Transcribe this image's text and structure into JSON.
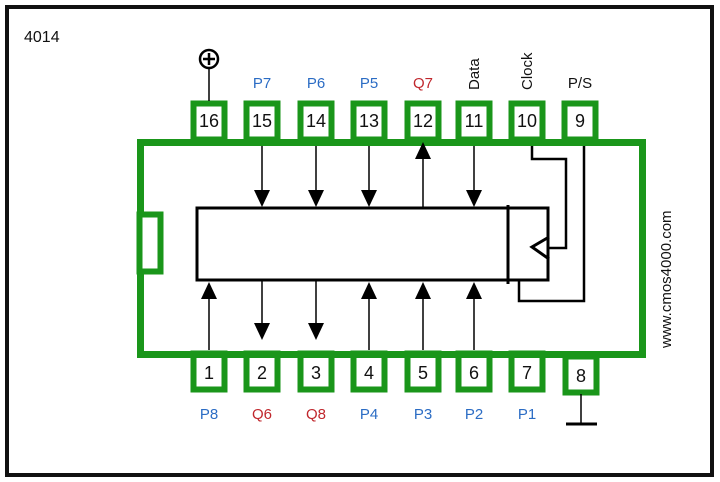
{
  "title": "4014",
  "website": "www.cmos4000.com",
  "colors": {
    "chip_outline": "#1a961a",
    "frame": "#111111",
    "wire": "#000000",
    "input_label": "#2b6cc4",
    "output_label": "#c0272d",
    "control_label": "#111111"
  },
  "supply": {
    "vdd_symbol": "⊕",
    "vdd_icon": "plus-circle-icon",
    "vss_icon": "ground-icon"
  },
  "top_pins": [
    {
      "number": "16",
      "label": "",
      "type": "vdd",
      "arrow": "none"
    },
    {
      "number": "15",
      "label": "P7",
      "type": "input",
      "arrow": "down"
    },
    {
      "number": "14",
      "label": "P6",
      "type": "input",
      "arrow": "down"
    },
    {
      "number": "13",
      "label": "P5",
      "type": "input",
      "arrow": "down"
    },
    {
      "number": "12",
      "label": "Q7",
      "type": "output",
      "arrow": "up"
    },
    {
      "number": "11",
      "label": "Data",
      "type": "control",
      "arrow": "down"
    },
    {
      "number": "10",
      "label": "Clock",
      "type": "control",
      "arrow": "clock"
    },
    {
      "number": "9",
      "label": "P/S",
      "type": "control",
      "arrow": "ps"
    }
  ],
  "bottom_pins": [
    {
      "number": "1",
      "label": "P8",
      "type": "input",
      "arrow": "up"
    },
    {
      "number": "2",
      "label": "Q6",
      "type": "output",
      "arrow": "down"
    },
    {
      "number": "3",
      "label": "Q8",
      "type": "output",
      "arrow": "down"
    },
    {
      "number": "4",
      "label": "P4",
      "type": "input",
      "arrow": "up"
    },
    {
      "number": "5",
      "label": "P3",
      "type": "input",
      "arrow": "up"
    },
    {
      "number": "6",
      "label": "P2",
      "type": "input",
      "arrow": "up"
    },
    {
      "number": "7",
      "label": "P1",
      "type": "input",
      "arrow": "none"
    },
    {
      "number": "8",
      "label": "",
      "type": "vss",
      "arrow": "none"
    }
  ]
}
